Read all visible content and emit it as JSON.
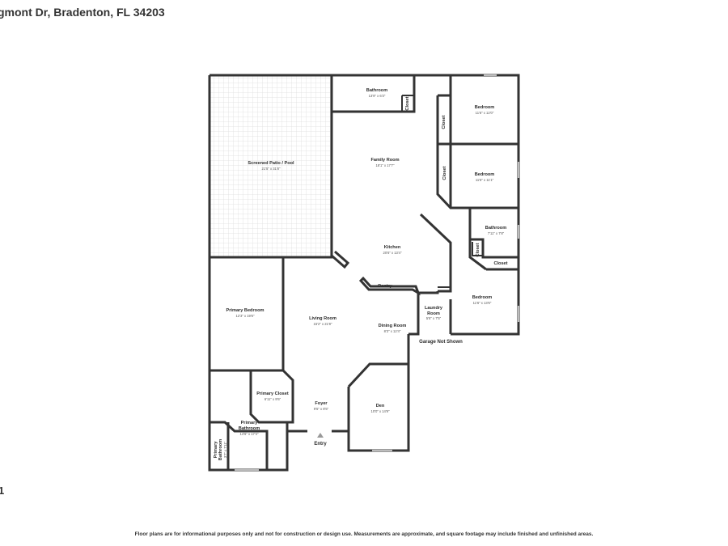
{
  "header": {
    "address": "gmont Dr, Bradenton, FL 34203"
  },
  "level_label": "1",
  "footer": {
    "disclaimer": "Floor plans are for informational purposes only and not for construction or design use. Measurements are approximate, and square footage may include finished and unfinished areas."
  },
  "rooms": {
    "patio": {
      "name": "Screened Patio / Pool",
      "dims": "21'5\" x 31'8\""
    },
    "bath_top": {
      "name": "Bathroom",
      "dims": "13'9\" x 6'3\""
    },
    "family": {
      "name": "Family Room",
      "dims": "18'1\" x 17'7\""
    },
    "bed_ne1": {
      "name": "Bedroom",
      "dims": "11'6\" x 12'0\""
    },
    "bed_ne2": {
      "name": "Bedroom",
      "dims": "11'6\" x 11'1\""
    },
    "bath_e": {
      "name": "Bathroom",
      "dims": "7'11\" x 7'8\""
    },
    "kitchen": {
      "name": "Kitchen",
      "dims": "20'6\" x 13'4\""
    },
    "bed_e": {
      "name": "Bedroom",
      "dims": "11'6\" x 13'6\""
    },
    "laundry": {
      "name": "Laundry Room",
      "name_line1": "Laundry",
      "name_line2": "Room",
      "dims": "5'6\" x 7'5\""
    },
    "primary_bed": {
      "name": "Primary Bedroom",
      "dims": "12'3\" x 19'6\""
    },
    "living": {
      "name": "Living Room",
      "dims": "15'2\" x 21'8\""
    },
    "dining": {
      "name": "Dining Room",
      "dims": "8'3\" x 12'4\""
    },
    "primary_closet": {
      "name": "Primary Closet",
      "dims": "6'11\" x 9'5\""
    },
    "primary_bath": {
      "name": "Primary Bathroom",
      "name_line1": "Primary",
      "name_line2": "Bathroom",
      "dims": "14'6\" x 17'4\""
    },
    "primary_bath_small": {
      "name": "Primary Bathroom",
      "name_line1": "Primary",
      "name_line2": "Bathroom",
      "dims": "3'7\" x 7'11\""
    },
    "foyer": {
      "name": "Foyer",
      "dims": "9'5\" x 8'5\""
    },
    "den": {
      "name": "Den",
      "dims": "10'0\" x 14'9\""
    }
  },
  "labels": {
    "closet": "Closet",
    "pantry": "Pantry",
    "garage": "Garage Not Shown",
    "entry": "Entry"
  }
}
